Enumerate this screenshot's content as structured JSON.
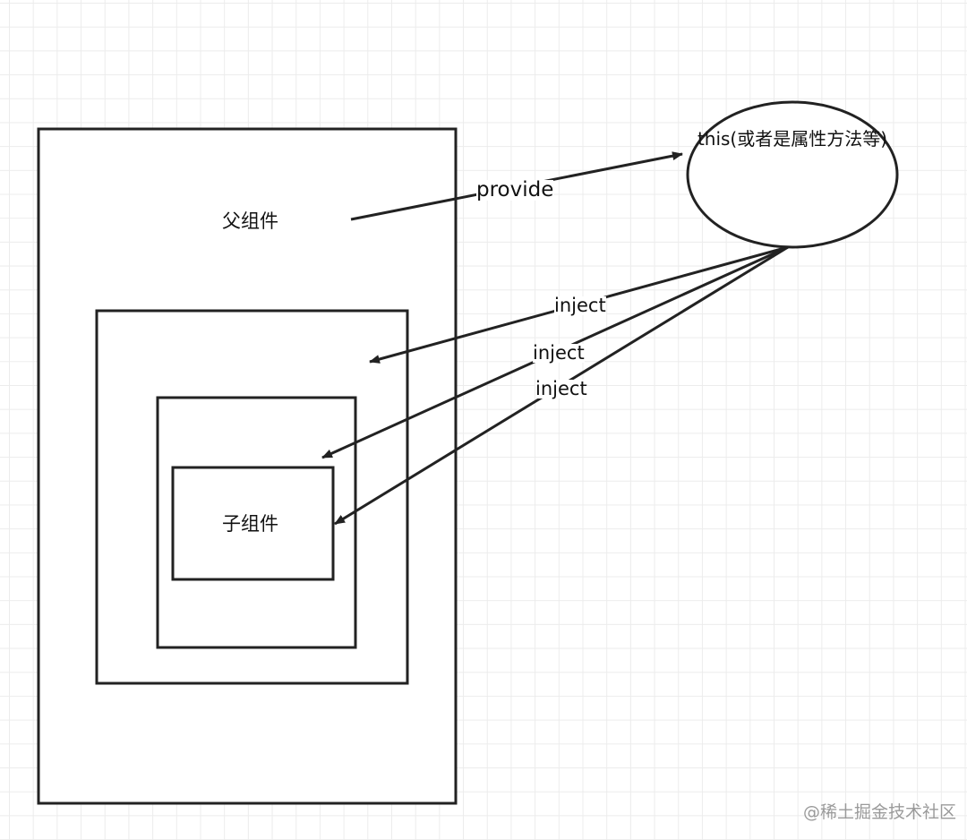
{
  "nodes": {
    "parent": "父组件",
    "child": "子组件",
    "source": "this(或者是属性方法等)"
  },
  "edges": {
    "provide": "provide",
    "inject": [
      "inject",
      "inject",
      "inject"
    ]
  },
  "watermark": "@稀土掘金技术社区"
}
